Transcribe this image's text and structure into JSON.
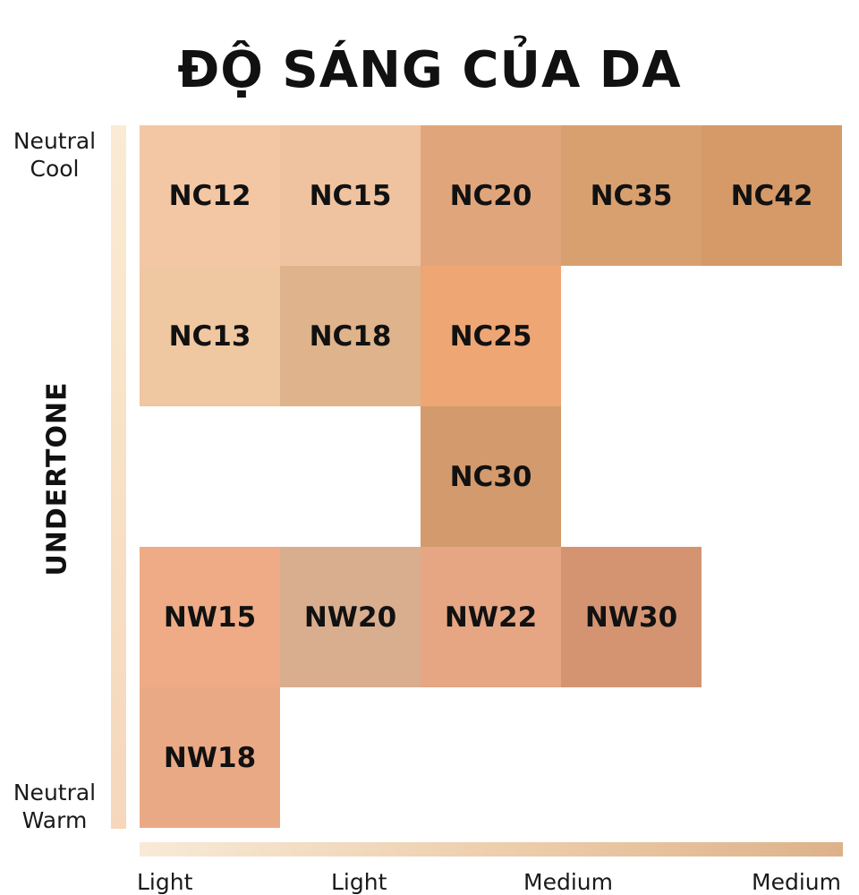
{
  "title": "ĐỘ SÁNG CỦA DA",
  "y_axis": {
    "title": "UNDERTONE",
    "top_label_line1": "Neutral",
    "top_label_line2": "Cool",
    "bottom_label_line1": "Neutral",
    "bottom_label_line2": "Warm"
  },
  "x_axis": {
    "labels": [
      "Light",
      "Light",
      "Medium",
      "Medium"
    ]
  },
  "shades": [
    {
      "code": "NC12",
      "row": 0,
      "col": 0,
      "color": "#f3c7a3"
    },
    {
      "code": "NC15",
      "row": 0,
      "col": 1,
      "color": "#efc39f"
    },
    {
      "code": "NC20",
      "row": 0,
      "col": 2,
      "color": "#e1a57c"
    },
    {
      "code": "NC35",
      "row": 0,
      "col": 3,
      "color": "#d9a06f"
    },
    {
      "code": "NC42",
      "row": 0,
      "col": 4,
      "color": "#d59a68"
    },
    {
      "code": "NC13",
      "row": 1,
      "col": 0,
      "color": "#efc7a1"
    },
    {
      "code": "NC18",
      "row": 1,
      "col": 1,
      "color": "#dfb38b"
    },
    {
      "code": "NC25",
      "row": 1,
      "col": 2,
      "color": "#eea674"
    },
    {
      "code": "NC30",
      "row": 2,
      "col": 2,
      "color": "#d39a6d"
    },
    {
      "code": "NW15",
      "row": 3,
      "col": 0,
      "color": "#eeab86"
    },
    {
      "code": "NW20",
      "row": 3,
      "col": 1,
      "color": "#d9ae8f"
    },
    {
      "code": "NW22",
      "row": 3,
      "col": 2,
      "color": "#e6a683"
    },
    {
      "code": "NW30",
      "row": 3,
      "col": 3,
      "color": "#d49472"
    },
    {
      "code": "NW18",
      "row": 4,
      "col": 0,
      "color": "#eaa985"
    }
  ]
}
